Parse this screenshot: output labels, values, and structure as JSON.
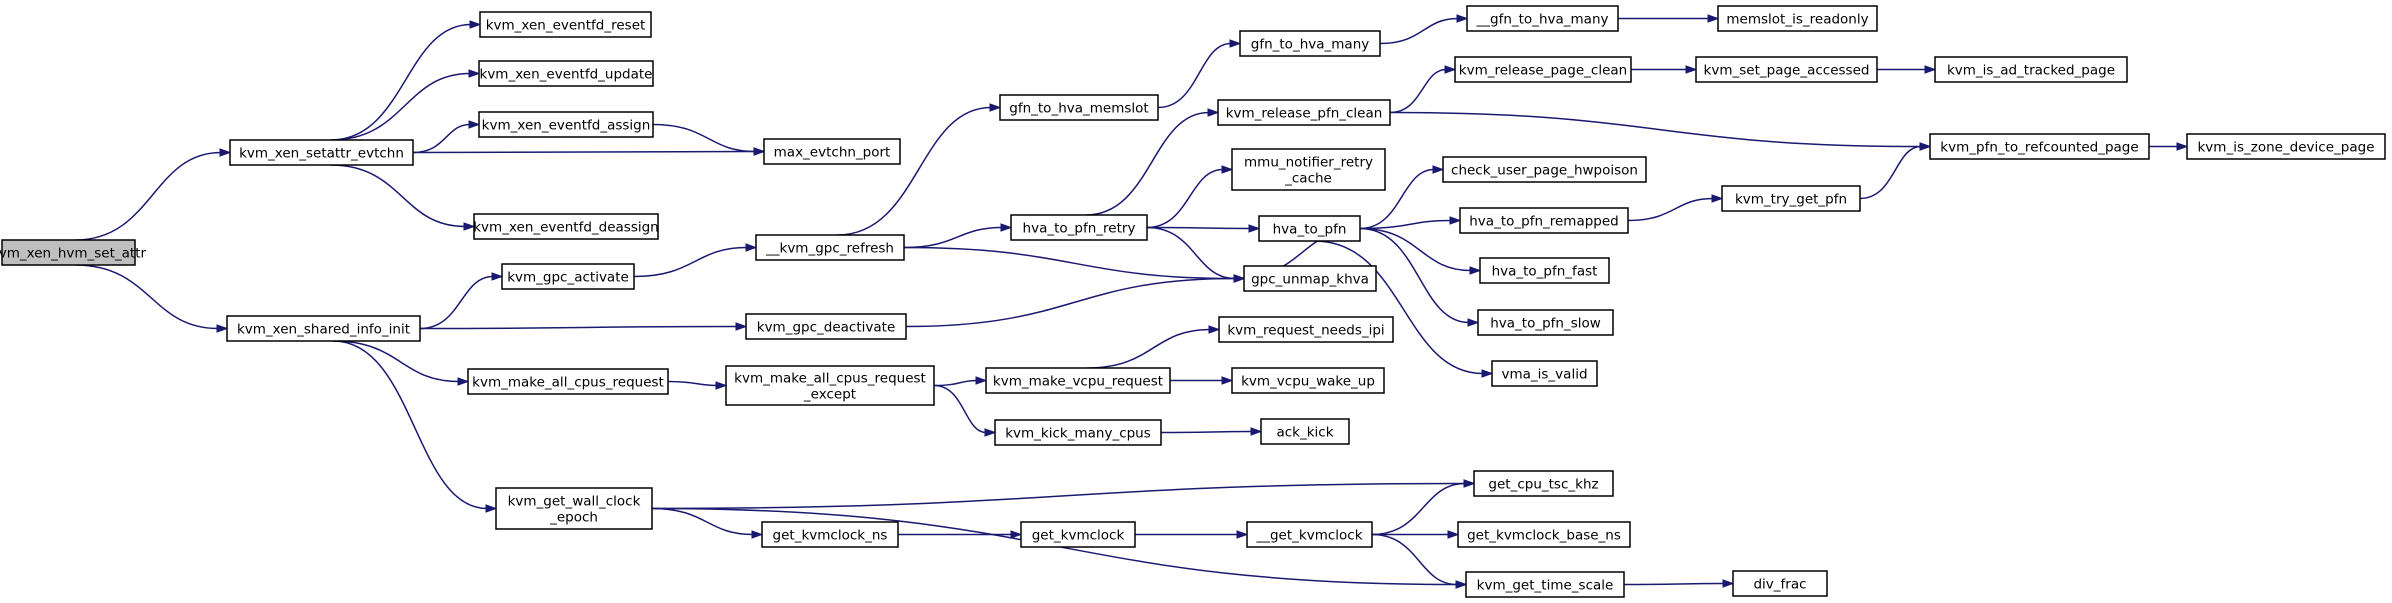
{
  "nodes": [
    {
      "id": "root",
      "lines": [
        "kvm_xen_hvm_set_attr"
      ],
      "root": true
    },
    {
      "id": "setattr_evtchn",
      "lines": [
        "kvm_xen_setattr_evtchn"
      ]
    },
    {
      "id": "shared_info_init",
      "lines": [
        "kvm_xen_shared_info_init"
      ]
    },
    {
      "id": "eventfd_reset",
      "lines": [
        "kvm_xen_eventfd_reset"
      ]
    },
    {
      "id": "eventfd_update",
      "lines": [
        "kvm_xen_eventfd_update"
      ]
    },
    {
      "id": "eventfd_assign",
      "lines": [
        "kvm_xen_eventfd_assign"
      ]
    },
    {
      "id": "eventfd_deassign",
      "lines": [
        "kvm_xen_eventfd_deassign"
      ]
    },
    {
      "id": "max_evtchn_port",
      "lines": [
        "max_evtchn_port"
      ]
    },
    {
      "id": "gpc_activate",
      "lines": [
        "kvm_gpc_activate"
      ]
    },
    {
      "id": "gpc_deactivate",
      "lines": [
        "kvm_gpc_deactivate"
      ]
    },
    {
      "id": "make_all_cpus_request",
      "lines": [
        "kvm_make_all_cpus_request"
      ]
    },
    {
      "id": "get_wall_clock_epoch",
      "lines": [
        "kvm_get_wall_clock",
        "_epoch"
      ]
    },
    {
      "id": "gpc_refresh",
      "lines": [
        "__kvm_gpc_refresh"
      ]
    },
    {
      "id": "make_all_cpus_request_except",
      "lines": [
        "kvm_make_all_cpus_request",
        "_except"
      ]
    },
    {
      "id": "get_kvmclock_ns",
      "lines": [
        "get_kvmclock_ns"
      ]
    },
    {
      "id": "gfn_to_hva_memslot",
      "lines": [
        "gfn_to_hva_memslot"
      ]
    },
    {
      "id": "hva_to_pfn_retry",
      "lines": [
        "hva_to_pfn_retry"
      ]
    },
    {
      "id": "make_vcpu_request",
      "lines": [
        "kvm_make_vcpu_request"
      ]
    },
    {
      "id": "kick_many_cpus",
      "lines": [
        "kvm_kick_many_cpus"
      ]
    },
    {
      "id": "get_kvmclock",
      "lines": [
        "get_kvmclock"
      ]
    },
    {
      "id": "gfn_to_hva_many",
      "lines": [
        "gfn_to_hva_many"
      ]
    },
    {
      "id": "release_pfn_clean",
      "lines": [
        "kvm_release_pfn_clean"
      ]
    },
    {
      "id": "mmu_notifier_retry_cache",
      "lines": [
        "mmu_notifier_retry",
        "_cache"
      ]
    },
    {
      "id": "hva_to_pfn",
      "lines": [
        "hva_to_pfn"
      ]
    },
    {
      "id": "gpc_unmap_khva",
      "lines": [
        "gpc_unmap_khva"
      ]
    },
    {
      "id": "request_needs_ipi",
      "lines": [
        "kvm_request_needs_ipi"
      ]
    },
    {
      "id": "vcpu_wake_up",
      "lines": [
        "kvm_vcpu_wake_up"
      ]
    },
    {
      "id": "ack_kick",
      "lines": [
        "ack_kick"
      ]
    },
    {
      "id": "__get_kvmclock",
      "lines": [
        "__get_kvmclock"
      ]
    },
    {
      "id": "__gfn_to_hva_many",
      "lines": [
        "__gfn_to_hva_many"
      ]
    },
    {
      "id": "release_page_clean",
      "lines": [
        "kvm_release_page_clean"
      ]
    },
    {
      "id": "check_user_page_hwpoison",
      "lines": [
        "check_user_page_hwpoison"
      ]
    },
    {
      "id": "hva_to_pfn_remapped",
      "lines": [
        "hva_to_pfn_remapped"
      ]
    },
    {
      "id": "hva_to_pfn_fast",
      "lines": [
        "hva_to_pfn_fast"
      ]
    },
    {
      "id": "hva_to_pfn_slow",
      "lines": [
        "hva_to_pfn_slow"
      ]
    },
    {
      "id": "vma_is_valid",
      "lines": [
        "vma_is_valid"
      ]
    },
    {
      "id": "get_cpu_tsc_khz",
      "lines": [
        "get_cpu_tsc_khz"
      ]
    },
    {
      "id": "get_kvmclock_base_ns",
      "lines": [
        "get_kvmclock_base_ns"
      ]
    },
    {
      "id": "get_time_scale",
      "lines": [
        "kvm_get_time_scale"
      ]
    },
    {
      "id": "memslot_is_readonly",
      "lines": [
        "memslot_is_readonly"
      ]
    },
    {
      "id": "set_page_accessed",
      "lines": [
        "kvm_set_page_accessed"
      ]
    },
    {
      "id": "try_get_pfn",
      "lines": [
        "kvm_try_get_pfn"
      ]
    },
    {
      "id": "div_frac",
      "lines": [
        "div_frac"
      ]
    },
    {
      "id": "is_ad_tracked_page",
      "lines": [
        "kvm_is_ad_tracked_page"
      ]
    },
    {
      "id": "pfn_to_refcounted_page",
      "lines": [
        "kvm_pfn_to_refcounted_page"
      ]
    },
    {
      "id": "is_zone_device_page",
      "lines": [
        "kvm_is_zone_device_page"
      ]
    }
  ],
  "edges": [
    [
      "root",
      "setattr_evtchn"
    ],
    [
      "root",
      "shared_info_init"
    ],
    [
      "setattr_evtchn",
      "eventfd_reset"
    ],
    [
      "setattr_evtchn",
      "eventfd_update"
    ],
    [
      "setattr_evtchn",
      "eventfd_assign"
    ],
    [
      "setattr_evtchn",
      "max_evtchn_port"
    ],
    [
      "setattr_evtchn",
      "eventfd_deassign"
    ],
    [
      "eventfd_assign",
      "max_evtchn_port"
    ],
    [
      "shared_info_init",
      "gpc_activate"
    ],
    [
      "shared_info_init",
      "gpc_deactivate"
    ],
    [
      "shared_info_init",
      "make_all_cpus_request"
    ],
    [
      "shared_info_init",
      "get_wall_clock_epoch"
    ],
    [
      "gpc_activate",
      "gpc_refresh"
    ],
    [
      "gpc_deactivate",
      "gpc_unmap_khva"
    ],
    [
      "make_all_cpus_request",
      "make_all_cpus_request_except"
    ],
    [
      "get_wall_clock_epoch",
      "get_kvmclock_ns"
    ],
    [
      "get_wall_clock_epoch",
      "get_cpu_tsc_khz"
    ],
    [
      "get_wall_clock_epoch",
      "get_time_scale"
    ],
    [
      "gpc_refresh",
      "gfn_to_hva_memslot"
    ],
    [
      "gpc_refresh",
      "hva_to_pfn_retry"
    ],
    [
      "gpc_refresh",
      "gpc_unmap_khva"
    ],
    [
      "make_all_cpus_request_except",
      "make_vcpu_request"
    ],
    [
      "make_all_cpus_request_except",
      "kick_many_cpus"
    ],
    [
      "get_kvmclock_ns",
      "get_kvmclock"
    ],
    [
      "gfn_to_hva_memslot",
      "gfn_to_hva_many"
    ],
    [
      "hva_to_pfn_retry",
      "release_pfn_clean"
    ],
    [
      "hva_to_pfn_retry",
      "mmu_notifier_retry_cache"
    ],
    [
      "hva_to_pfn_retry",
      "hva_to_pfn"
    ],
    [
      "hva_to_pfn_retry",
      "gpc_unmap_khva"
    ],
    [
      "make_vcpu_request",
      "request_needs_ipi"
    ],
    [
      "make_vcpu_request",
      "vcpu_wake_up"
    ],
    [
      "kick_many_cpus",
      "ack_kick"
    ],
    [
      "get_kvmclock",
      "__get_kvmclock"
    ],
    [
      "gfn_to_hva_many",
      "__gfn_to_hva_many"
    ],
    [
      "__gfn_to_hva_many",
      "memslot_is_readonly"
    ],
    [
      "release_pfn_clean",
      "release_page_clean"
    ],
    [
      "release_pfn_clean",
      "pfn_to_refcounted_page"
    ],
    [
      "release_page_clean",
      "set_page_accessed"
    ],
    [
      "set_page_accessed",
      "is_ad_tracked_page"
    ],
    [
      "hva_to_pfn",
      "check_user_page_hwpoison"
    ],
    [
      "hva_to_pfn",
      "hva_to_pfn_remapped"
    ],
    [
      "hva_to_pfn",
      "hva_to_pfn_fast"
    ],
    [
      "hva_to_pfn",
      "hva_to_pfn_slow"
    ],
    [
      "hva_to_pfn",
      "vma_is_valid"
    ],
    [
      "hva_to_pfn",
      "gpc_unmap_khva"
    ],
    [
      "hva_to_pfn_remapped",
      "try_get_pfn"
    ],
    [
      "try_get_pfn",
      "pfn_to_refcounted_page"
    ],
    [
      "pfn_to_refcounted_page",
      "is_zone_device_page"
    ],
    [
      "__get_kvmclock",
      "get_cpu_tsc_khz"
    ],
    [
      "__get_kvmclock",
      "get_kvmclock_base_ns"
    ],
    [
      "__get_kvmclock",
      "get_time_scale"
    ],
    [
      "get_time_scale",
      "div_frac"
    ]
  ],
  "colors": {
    "edge": "#191970",
    "node_fill": "#ffffff",
    "root_fill": "#bfbfbf",
    "border": "#000000"
  }
}
